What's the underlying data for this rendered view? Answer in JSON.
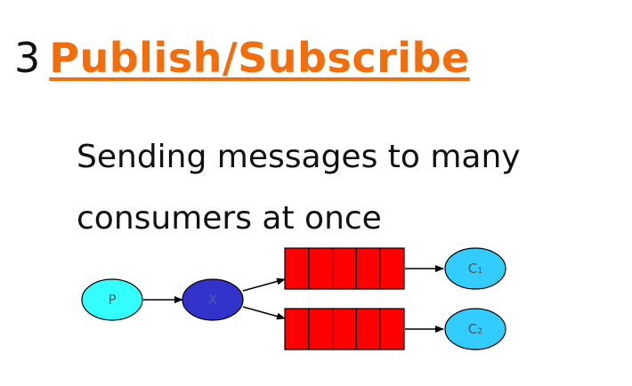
{
  "slide": {
    "number": "3",
    "title": "Publish/Subscribe",
    "subtitle": "Sending messages to many consumers at once"
  },
  "diagram": {
    "nodes": {
      "producer": "P",
      "exchange": "X",
      "consumer1": "C₁",
      "consumer2": "C₂"
    },
    "colors": {
      "title": "#f26d0c",
      "producer": "#33ffff",
      "exchange": "#3333cc",
      "queue": "#ff0000",
      "consumer": "#33ccff",
      "stroke": "#000000"
    },
    "queue_cells": 5
  }
}
